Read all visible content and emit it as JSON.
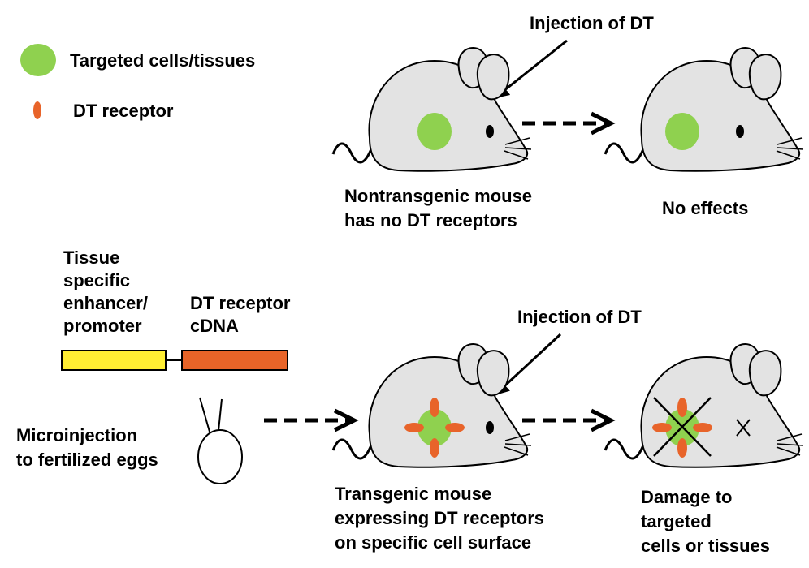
{
  "legend": {
    "targeted": "Targeted cells/tissues",
    "receptor": "DT receptor"
  },
  "top_row": {
    "injection": "Injection of DT",
    "mouse_caption": [
      "Nontransgenic mouse",
      "has no DT receptors"
    ],
    "result": "No effects"
  },
  "construct": {
    "enhancer_label": [
      "Tissue",
      "specific",
      "enhancer/",
      "promoter"
    ],
    "cdna_label": [
      "DT receptor",
      "cDNA"
    ],
    "microinjection": [
      "Microinjection",
      "to fertilized eggs"
    ]
  },
  "bottom_row": {
    "injection": "Injection of DT",
    "mouse_caption": [
      "Transgenic mouse",
      "expressing DT receptors",
      "on specific cell surface"
    ],
    "result": [
      "Damage to",
      "targeted",
      "cells or tissues"
    ]
  },
  "colors": {
    "target_green": "#8fd14f",
    "receptor_orange": "#e8642a",
    "mouse_gray": "#e3e3e3",
    "enhancer_yellow": "#ffee33",
    "cdna_orange": "#e86428"
  }
}
